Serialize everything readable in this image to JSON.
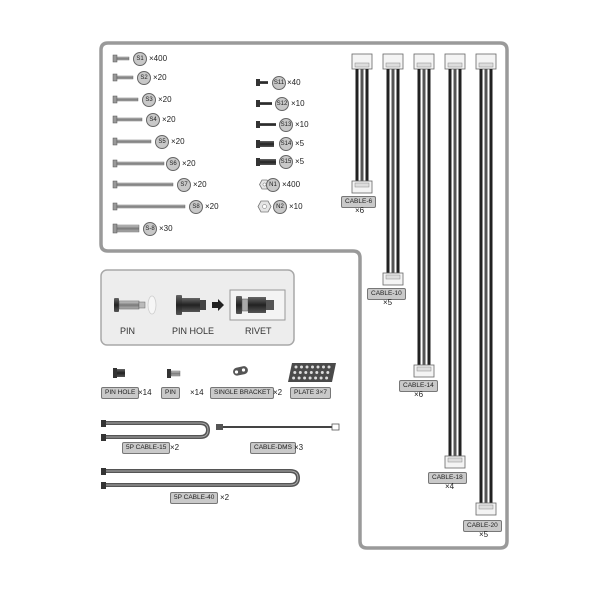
{
  "screws": [
    {
      "code": "S1",
      "qty": "×400"
    },
    {
      "code": "S2",
      "qty": "×20"
    },
    {
      "code": "S3",
      "qty": "×20"
    },
    {
      "code": "S4",
      "qty": "×20"
    },
    {
      "code": "S5",
      "qty": "×20"
    },
    {
      "code": "S6",
      "qty": "×20"
    },
    {
      "code": "S7",
      "qty": "×20"
    },
    {
      "code": "S8",
      "qty": "×20"
    },
    {
      "code": "S-8",
      "qty": "×30"
    }
  ],
  "screws_right": [
    {
      "code": "S11",
      "qty": "×40"
    },
    {
      "code": "S12",
      "qty": "×10"
    },
    {
      "code": "S13",
      "qty": "×10"
    },
    {
      "code": "S14",
      "qty": "×5"
    },
    {
      "code": "S15",
      "qty": "×5"
    }
  ],
  "nuts": [
    {
      "code": "N1",
      "qty": "×400"
    },
    {
      "code": "N2",
      "qty": "×10"
    }
  ],
  "cables": [
    {
      "label": "CABLE-6",
      "qty": "×6"
    },
    {
      "label": "CABLE-10",
      "qty": "×5"
    },
    {
      "label": "CABLE-14",
      "qty": "×6"
    },
    {
      "label": "CABLE-18",
      "qty": "×4"
    },
    {
      "label": "CABLE-20",
      "qty": "×5"
    }
  ],
  "rivet": {
    "pin": "PIN",
    "pin_hole": "PIN HOLE",
    "rivet": "RIVET"
  },
  "parts": [
    {
      "label": "PIN HOLE",
      "qty": "×14"
    },
    {
      "label": "PIN",
      "qty": "×14"
    },
    {
      "label": "SINGLE BRACKET",
      "qty": "×2"
    },
    {
      "label": "PLATE 3×7",
      "qty": ""
    }
  ],
  "wires": [
    {
      "label": "5P CABLE-15",
      "qty": "×2"
    },
    {
      "label": "CABLE-DMS",
      "qty": "×3"
    },
    {
      "label": "5P CABLE-40",
      "qty": "×2"
    }
  ]
}
